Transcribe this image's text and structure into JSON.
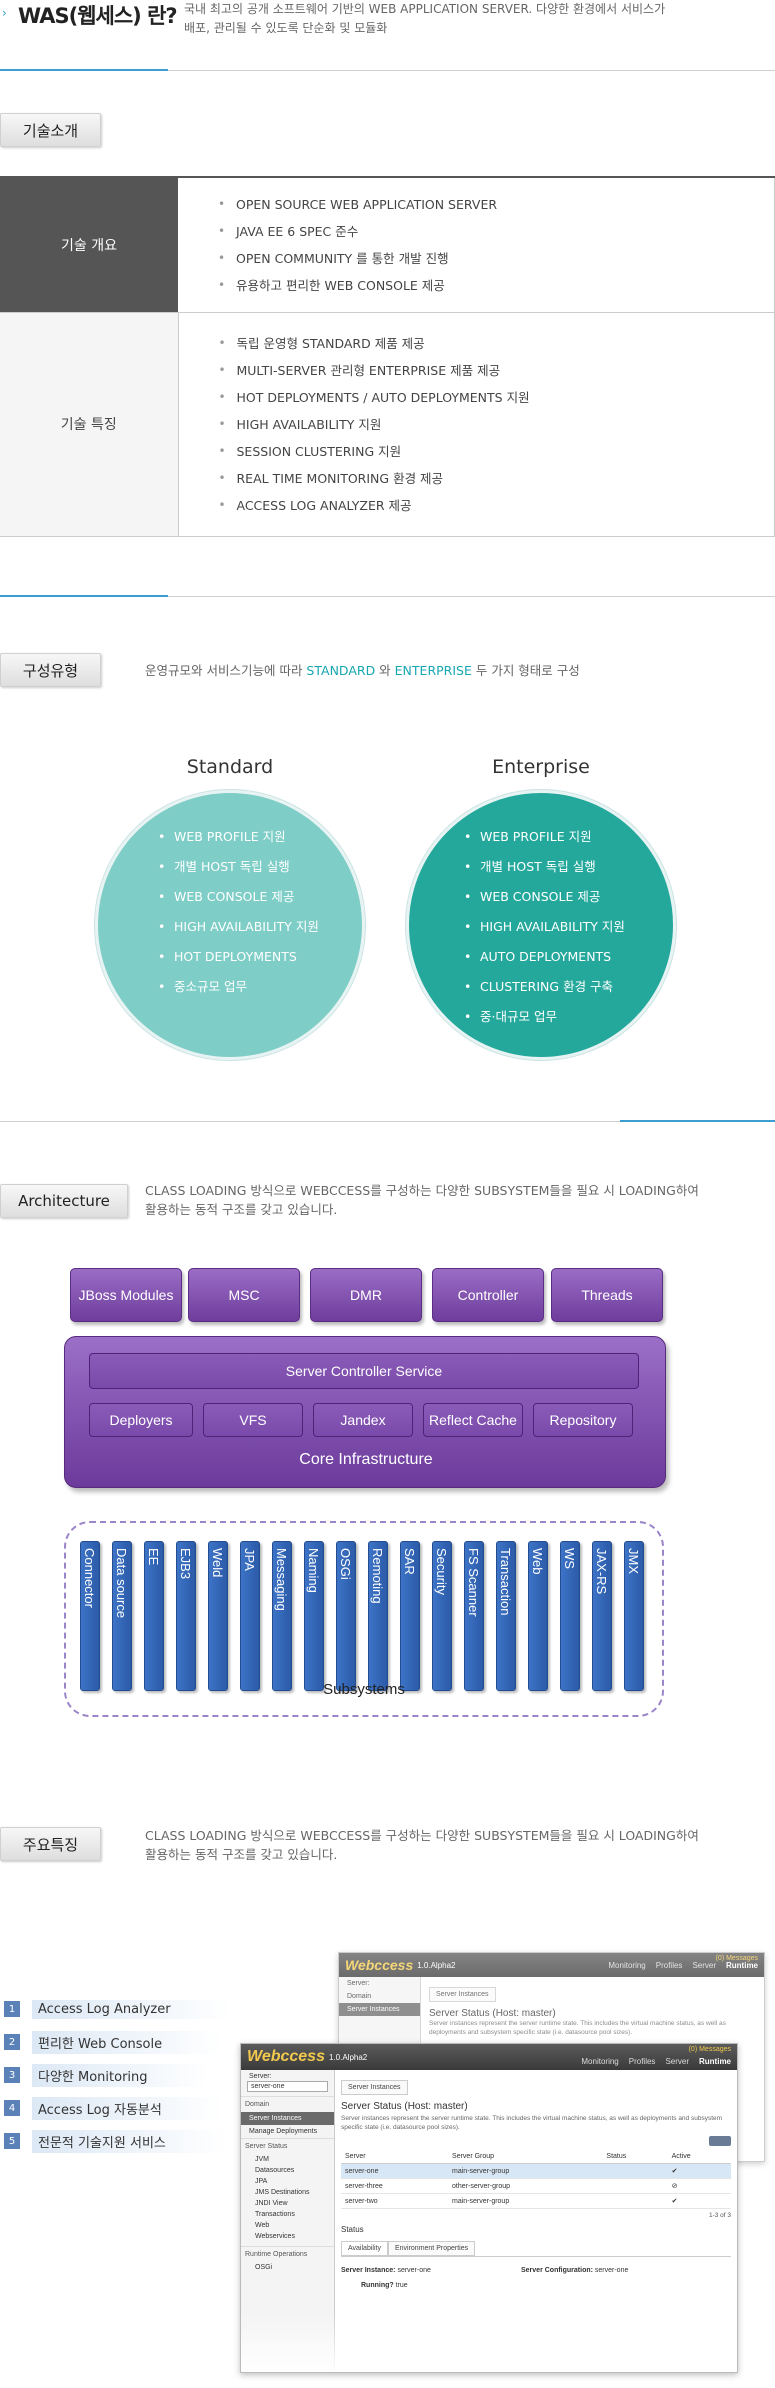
{
  "header": {
    "title": "WAS(웹세스) 란?",
    "desc_line1": "국내 최고의 공개 소프트웨어 기반의 WEB APPLICATION SERVER. 다양한 환경에서 서비스가",
    "desc_line2": "배포, 관리될 수 있도록 단순화 및 모듈화"
  },
  "tech_intro": {
    "tab": "기술소개",
    "overview_label": "기술 개요",
    "overview_items": [
      "OPEN SOURCE WEB APPLICATION SERVER",
      "JAVA EE 6 SPEC 준수",
      "OPEN COMMUNITY 를 통한 개발 진행",
      "유용하고 편리한 WEB CONSOLE 제공"
    ],
    "features_label": "기술 특징",
    "features_items": [
      "독립 운영형 STANDARD 제품 제공",
      "MULTI-SERVER 관리형 ENTERPRISE 제품 제공",
      "HOT DEPLOYMENTS / AUTO DEPLOYMENTS 지원",
      "HIGH AVAILABILITY 지원",
      "SESSION CLUSTERING 지원",
      "REAL TIME MONITORING 환경 제공",
      "ACCESS LOG ANALYZER 제공"
    ]
  },
  "config": {
    "tab": "구성유형",
    "desc_a": "운영규모와 서비스기능에 따라 ",
    "desc_std": "STANDARD",
    "desc_b": " 와 ",
    "desc_ent": "ENTERPRISE",
    "desc_c": " 두 가지 형태로 구성",
    "standard": {
      "title": "Standard",
      "items": [
        "WEB PROFILE 지원",
        "개별 HOST 독립 실행",
        "WEB CONSOLE 제공",
        "HIGH AVAILABILITY 지원",
        "HOT DEPLOYMENTS",
        "중소규모 업무"
      ]
    },
    "enterprise": {
      "title": "Enterprise",
      "items": [
        "WEB PROFILE 지원",
        "개별 HOST 독립 실행",
        "WEB CONSOLE 제공",
        "HIGH AVAILABILITY 지원",
        "AUTO DEPLOYMENTS",
        "CLUSTERING 환경 구축",
        "중·대규모 업무"
      ]
    },
    "colors": {
      "standard": "#7ecdc6",
      "enterprise": "#24a89c"
    }
  },
  "architecture": {
    "tab": "Architecture",
    "desc_line1": "CLASS LOADING 방식으로 WEBCCESS를 구성하는 다양한 SUBSYSTEM들을 필요 시 LOADING하여",
    "desc_line2": "활용하는 동적 구조를 갖고 있습니다.",
    "modules": [
      "JBoss Modules",
      "MSC",
      "DMR",
      "Controller",
      "Threads"
    ],
    "server_controller": "Server Controller Service",
    "core_items": [
      "Deployers",
      "VFS",
      "Jandex",
      "Reflect Cache",
      "Repository"
    ],
    "core_title": "Core Infrastructure",
    "subsystems": [
      "Connector",
      "Data source",
      "EE",
      "EJB3",
      "Weld",
      "JPA",
      "Messaging",
      "Naming",
      "OSGi",
      "Remoting",
      "SAR",
      "Security",
      "FS Scanner",
      "Transaction",
      "Web",
      "WS",
      "JAX-RS",
      "JMX"
    ],
    "subsystems_title": "Subsystems"
  },
  "key_features": {
    "tab": "주요특징",
    "desc_line1": "CLASS LOADING 방식으로 WEBCCESS를 구성하는 다양한 SUBSYSTEM들을 필요 시 LOADING하여",
    "desc_line2": "활용하는 동적 구조를 갖고 있습니다.",
    "items": [
      {
        "num": "1",
        "label": "Access Log Analyzer"
      },
      {
        "num": "2",
        "label": "편리한 Web Console"
      },
      {
        "num": "3",
        "label": "다양한 Monitoring"
      },
      {
        "num": "4",
        "label": "Access Log 자동분석"
      },
      {
        "num": "5",
        "label": "전문적 기술지원 서비스"
      }
    ]
  },
  "console": {
    "brand": "Webccess",
    "version": "1.0.Alpha2",
    "messages": "(0) Messages",
    "nav": [
      "Monitoring",
      "Profiles",
      "Server",
      "Runtime"
    ],
    "server_label": "Server:",
    "server_value": "server-one",
    "side_domain": "Domain",
    "side_server_instances": "Server Instances",
    "side_manage": "Manage Deployments",
    "side_status": "Server Status",
    "side_status_items": [
      "JVM",
      "Datasources",
      "JPA",
      "JMS Destinations",
      "JNDI View",
      "Transactions",
      "Web",
      "Webservices"
    ],
    "side_runtime": "Runtime Operations",
    "side_osgi": "OSGi",
    "tab": "Server Instances",
    "heading": "Server Status (Host: master)",
    "para": "Server instances represent the server runtime state. This includes the virtual machine status, as well as deployments and subsystem specific state (i.e. datasource pool sizes).",
    "table_headers": [
      "Server",
      "Server Group",
      "Status",
      "Active"
    ],
    "rows": [
      {
        "server": "server-one",
        "group": "main-server-group",
        "active": "✔"
      },
      {
        "server": "server-three",
        "group": "other-server-group",
        "active": "⊘"
      },
      {
        "server": "server-two",
        "group": "main-server-group",
        "active": "✔"
      }
    ],
    "pager": "1-3 of 3",
    "status_label": "Status",
    "status_tabs": [
      "Availability",
      "Environment Properties"
    ],
    "instance_label": "Server Instance:",
    "instance_value": "server-one",
    "config_label": "Server Configuration:",
    "config_value": "server-one",
    "running_label": "Running?",
    "running_value": "true"
  }
}
